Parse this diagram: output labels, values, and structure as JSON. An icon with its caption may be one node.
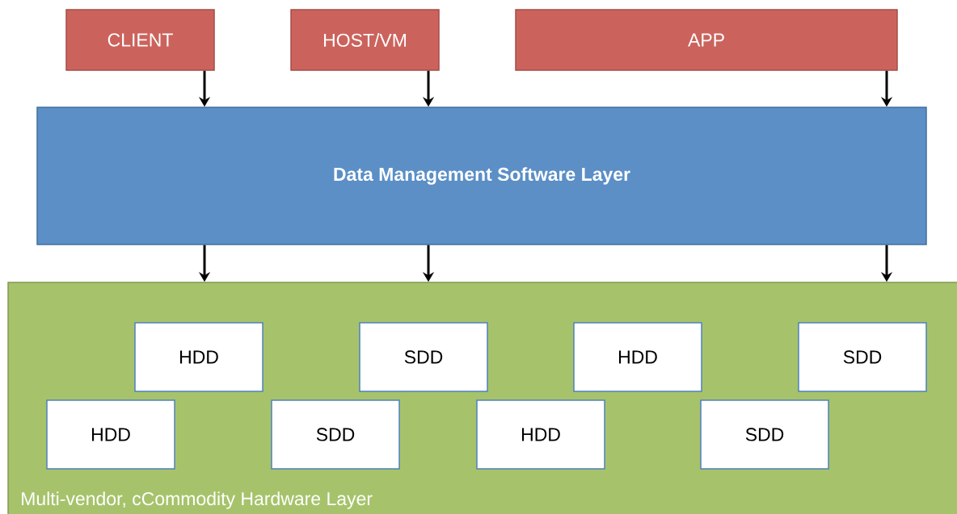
{
  "diagram": {
    "nodes": [
      {
        "text": [
          "CLIENT"
        ]
      },
      {
        "text": [
          "HOST/VM"
        ]
      },
      {
        "text": [
          "APP"
        ]
      },
      {
        "text": [
          "Data Management Software Layer"
        ]
      },
      {
        "text": [
          "Multi-vendor, cCommodity Hardware Layer"
        ]
      },
      {
        "text": [
          "HDD"
        ],
        "in": 4
      },
      {
        "text": [
          "SDD"
        ],
        "in": 4
      },
      {
        "text": [
          "HDD"
        ],
        "in": 4
      },
      {
        "text": [
          "SDD"
        ],
        "in": 4
      },
      {
        "text": [
          "HDD"
        ],
        "in": 4
      },
      {
        "text": [
          "SDD"
        ],
        "in": 4
      },
      {
        "text": [
          "HDD"
        ],
        "in": 4
      },
      {
        "text": [
          "SDD"
        ],
        "in": 4
      }
    ],
    "edges": [
      {
        "from": 0,
        "to": 3,
        "arrow": "to"
      },
      {
        "from": 1,
        "to": 3,
        "arrow": "to"
      },
      {
        "from": 2,
        "to": 3,
        "arrow": "to"
      },
      {
        "from": 3,
        "to": 4,
        "arrow": "to"
      },
      {
        "from": 3,
        "to": 4,
        "arrow": "to"
      },
      {
        "from": 3,
        "to": 4,
        "arrow": "to"
      }
    ]
  }
}
